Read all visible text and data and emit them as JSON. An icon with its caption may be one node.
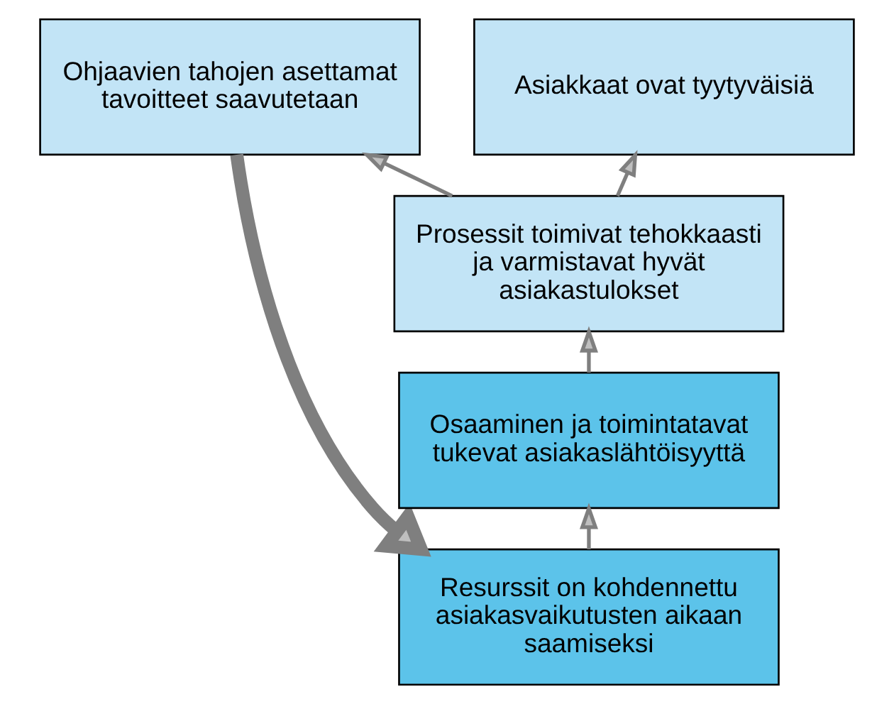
{
  "diagram": {
    "nodes": [
      {
        "text": [
          "Ohjaavien tahojen asettamat tavoitteet saavutetaan"
        ]
      },
      {
        "text": [
          "Asiakkaat ovat tyytyväisiä"
        ]
      },
      {
        "text": [
          "Prosessit toimivat tehokkaasti ja varmistavat hyvät asiakastulokset"
        ]
      },
      {
        "text": [
          "Osaaminen ja toimintatavat tukevat asiakaslähtöisyyttä"
        ]
      },
      {
        "text": [
          "Resurssit on kohdennettu asiakasvaikutusten aikaan saamiseksi"
        ]
      }
    ],
    "edges": [
      {
        "from": 2,
        "to": 0,
        "arrow": "to"
      },
      {
        "from": 2,
        "to": 1,
        "arrow": "to"
      },
      {
        "from": 3,
        "to": 2,
        "arrow": "to"
      },
      {
        "from": 4,
        "to": 3,
        "arrow": "to"
      },
      {
        "from": 0,
        "to": 4,
        "arrow": "to",
        "style": "thick"
      }
    ]
  }
}
